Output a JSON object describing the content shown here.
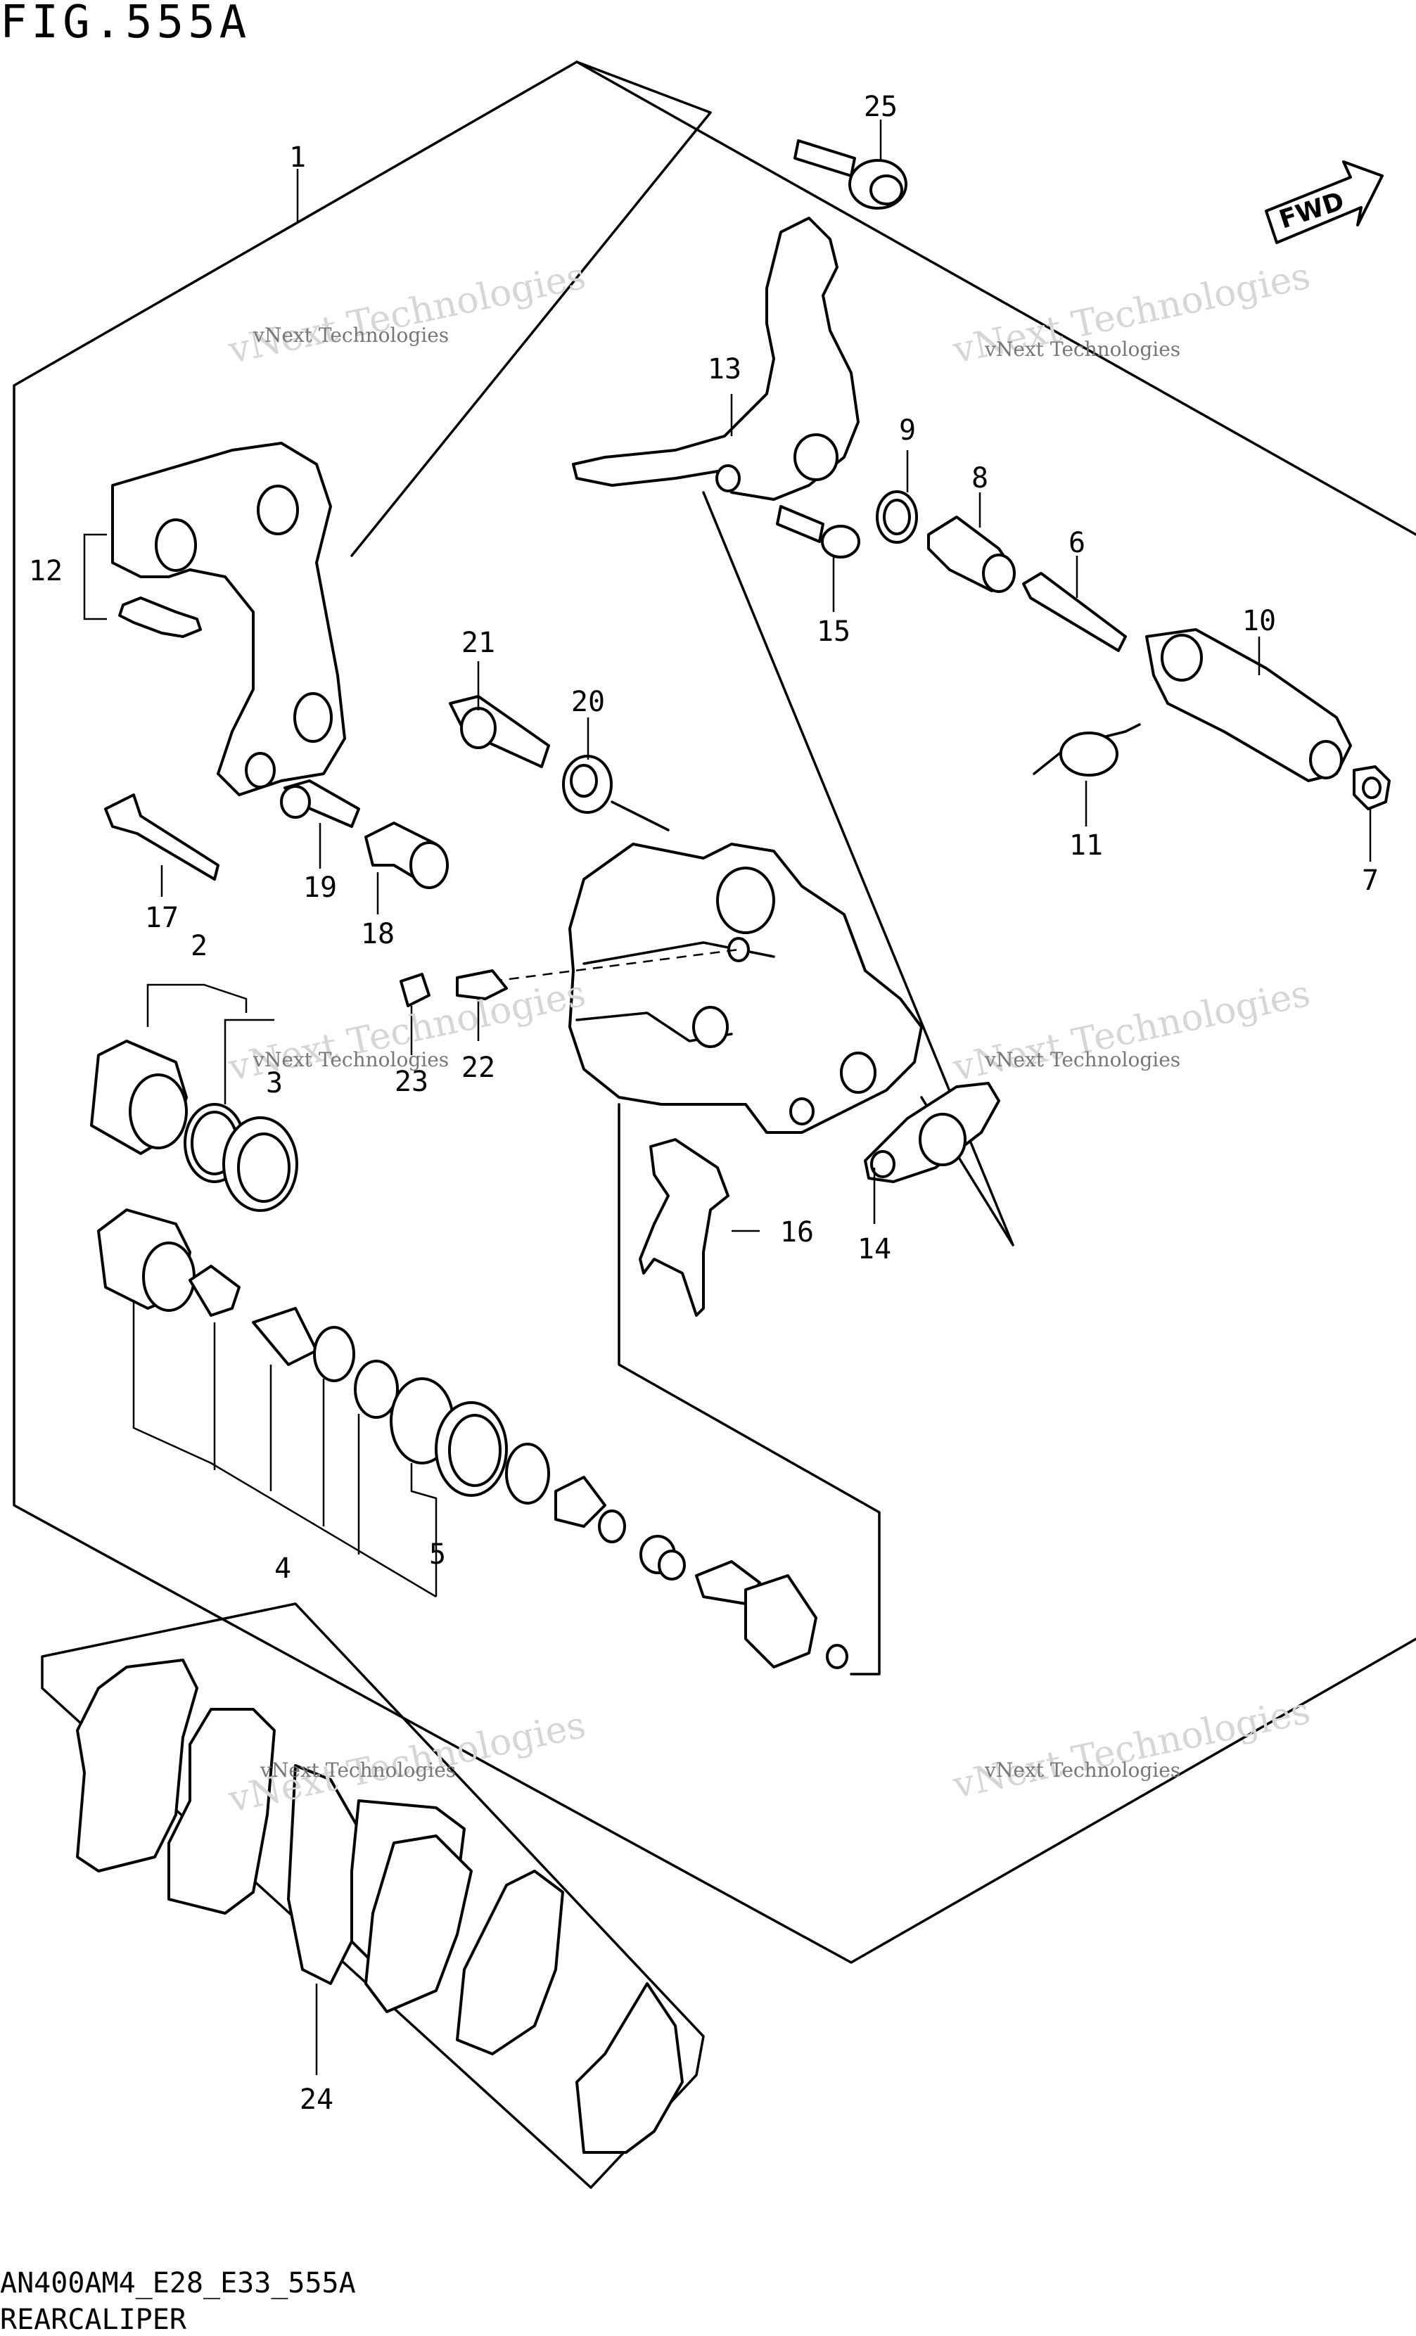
{
  "figure": {
    "title": "FIG.555A",
    "drawing_code": "AN400AM4_E28_E33_555A",
    "name": "REARCALIPER"
  },
  "direction_tag": {
    "label": "FWD",
    "icon": "fwd-arrow-icon"
  },
  "watermark": {
    "line1": "vNext Technologies",
    "line2": "vNext Technologies"
  },
  "callouts": [
    "1",
    "2",
    "3",
    "4",
    "5",
    "6",
    "7",
    "8",
    "9",
    "10",
    "11",
    "12",
    "13",
    "14",
    "15",
    "16",
    "17",
    "18",
    "19",
    "20",
    "21",
    "22",
    "23",
    "24",
    "25"
  ],
  "colors": {
    "ink": "#000000",
    "paper": "#ffffff",
    "watermark": "#d6d6d6"
  }
}
